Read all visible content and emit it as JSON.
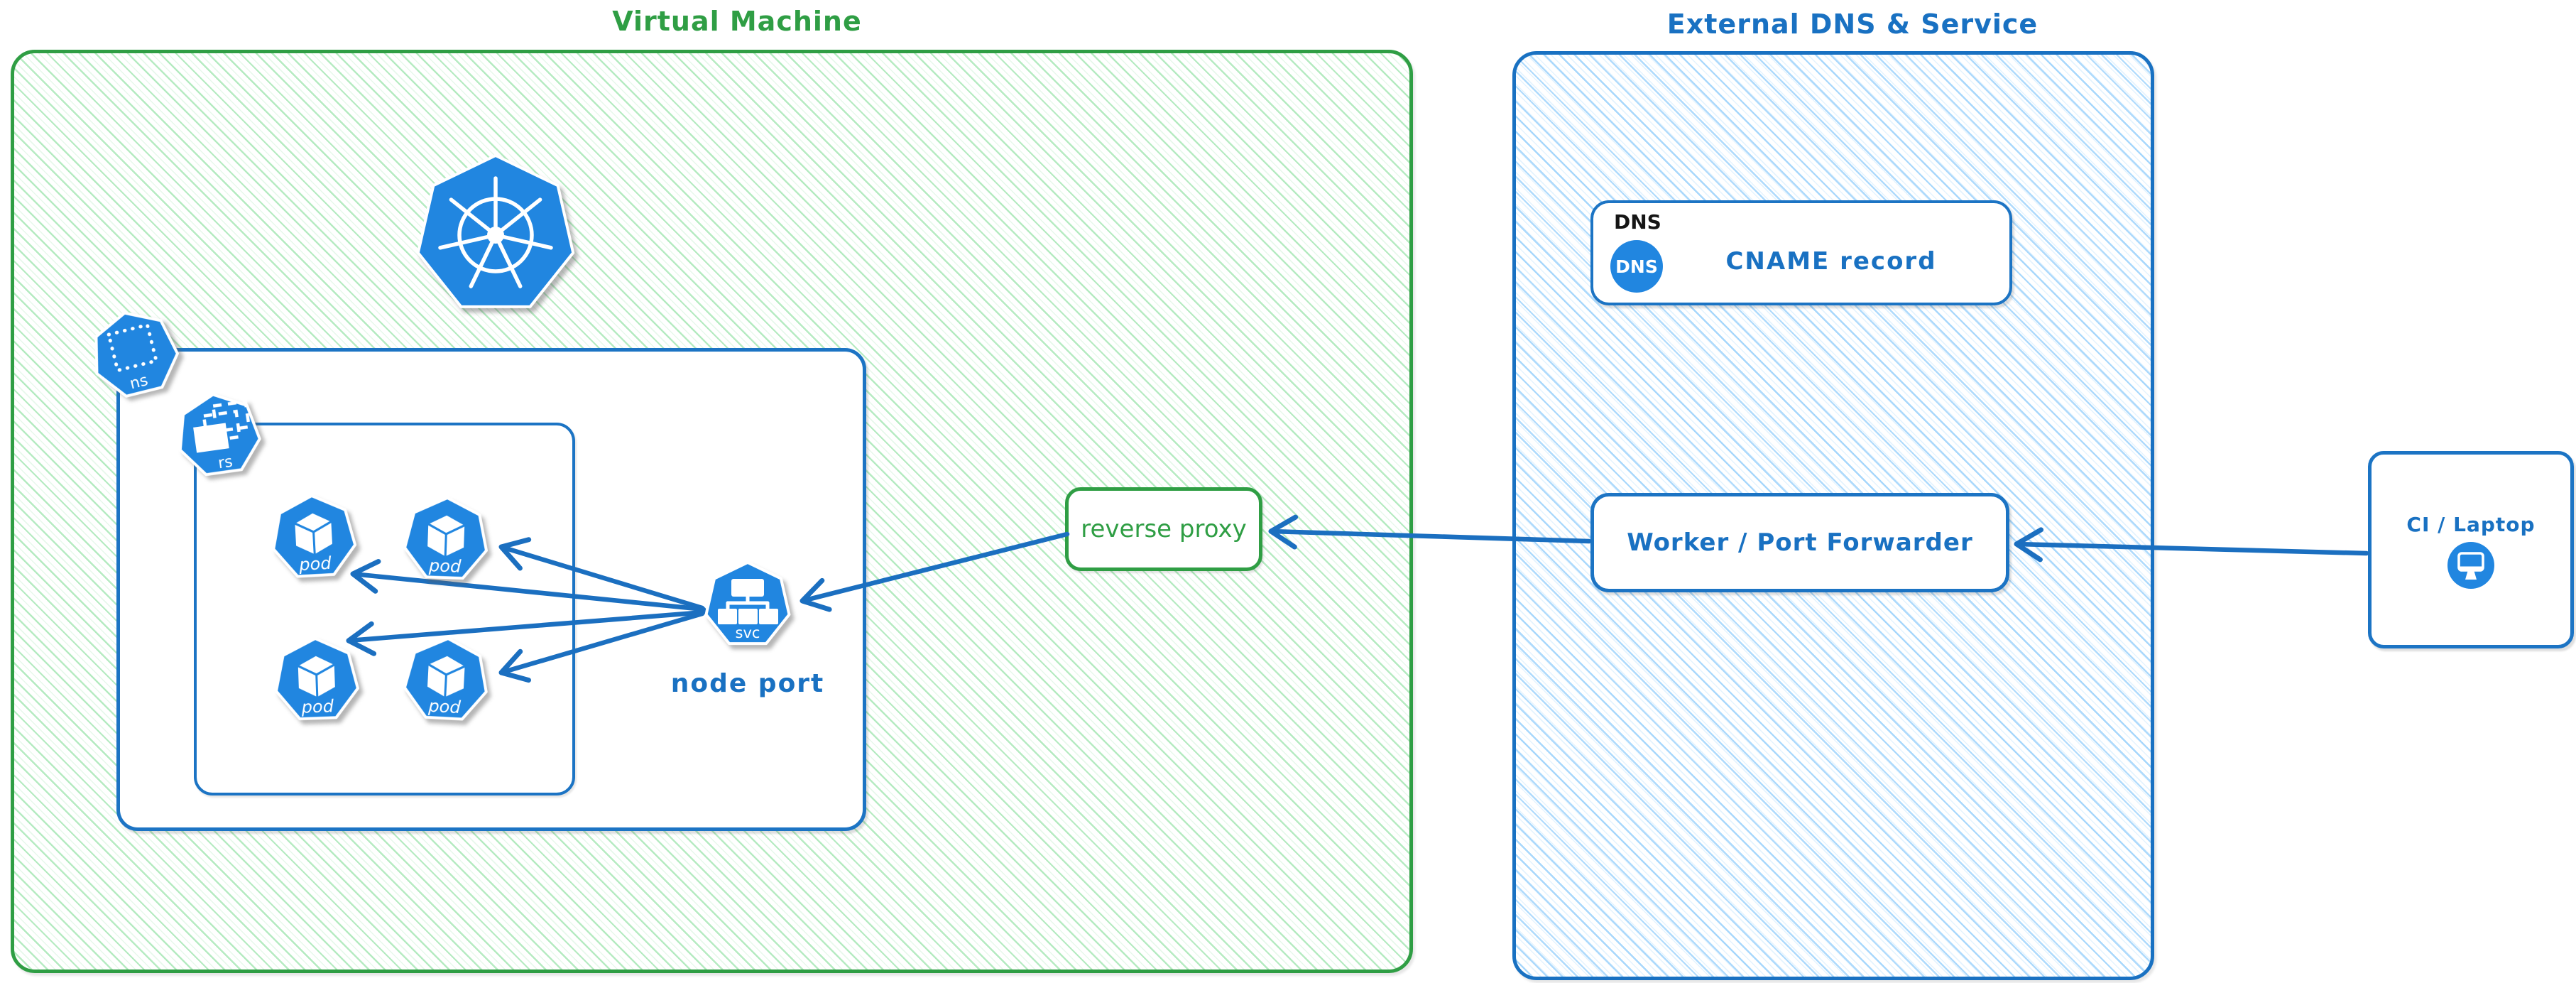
{
  "vm": {
    "title": "Virtual Machine"
  },
  "external": {
    "title": "External DNS & Service"
  },
  "dns_card": {
    "tag": "DNS",
    "icon_label": "DNS",
    "name": "CNAME record"
  },
  "worker": {
    "label": "Worker / Port Forwarder"
  },
  "ci": {
    "label": "CI / Laptop"
  },
  "reverse_proxy": {
    "label": "reverse proxy"
  },
  "node_port": {
    "label": "node port"
  },
  "icons": {
    "namespace": "ns",
    "replicaset": "rs",
    "pod": "pod",
    "service": "svc"
  },
  "colors": {
    "green": "#2f9e44",
    "green_hatch": "#86de9a",
    "blue": "#1971c2",
    "blue_hatch": "#79c2fa",
    "icon_blue": "#2186e0"
  }
}
